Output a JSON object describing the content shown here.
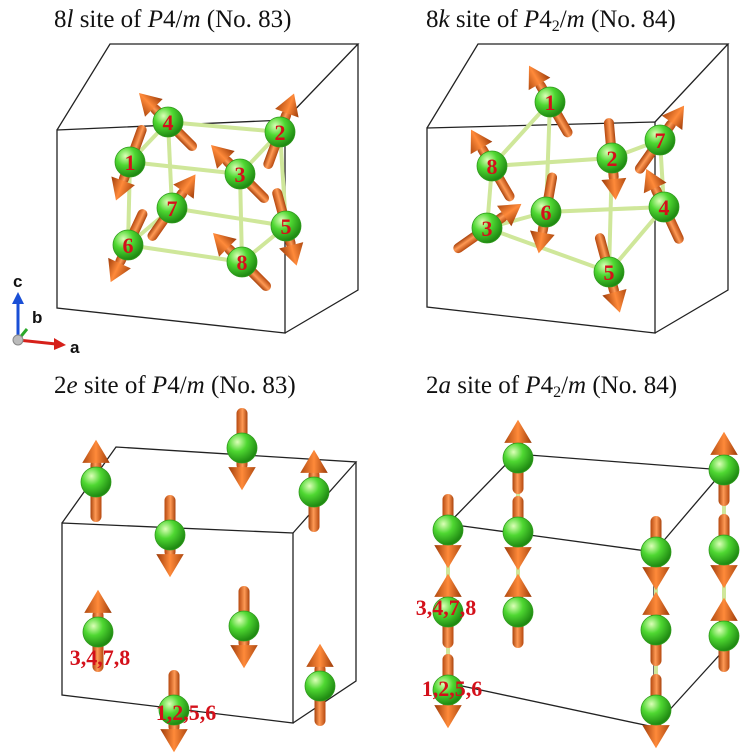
{
  "titles": {
    "tl": {
      "pre": "8",
      "letter": "l",
      "mid": " site of ",
      "sg": "P",
      "num": "4/",
      "m": "m",
      "sub": "",
      "post": " (No. 83)"
    },
    "tr": {
      "pre": "8",
      "letter": "k",
      "mid": " site of ",
      "sg": "P",
      "num": "4",
      "sub": "2",
      "slash": "/",
      "m": "m",
      "post": " (No. 84)"
    },
    "bl": {
      "pre": "2",
      "letter": "e",
      "mid": " site of ",
      "sg": "P",
      "num": "4/",
      "m": "m",
      "sub": "",
      "post": " (No. 83)"
    },
    "br": {
      "pre": "2",
      "letter": "a",
      "mid": " site of ",
      "sg": "P",
      "num": "4",
      "sub": "2",
      "slash": "/",
      "m": "m",
      "post": " (No. 84)"
    }
  },
  "axes": {
    "c": "c",
    "b": "b",
    "a": "a"
  },
  "atoms_tl": [
    "4",
    "2",
    "1",
    "3",
    "7",
    "5",
    "6",
    "8"
  ],
  "atoms_tr": [
    "1",
    "8",
    "2",
    "7",
    "3",
    "6",
    "4",
    "5"
  ],
  "labels_bl": [
    "3,4,7,8",
    "1,2,5,6"
  ],
  "labels_br": [
    "3,4,7,8",
    "1,2,5,6"
  ],
  "colors": {
    "atom": "#44d62c",
    "arrow": "#ea6a1c",
    "bond": "#cfe79a",
    "label": "#d4101a",
    "cell": "#222222"
  }
}
